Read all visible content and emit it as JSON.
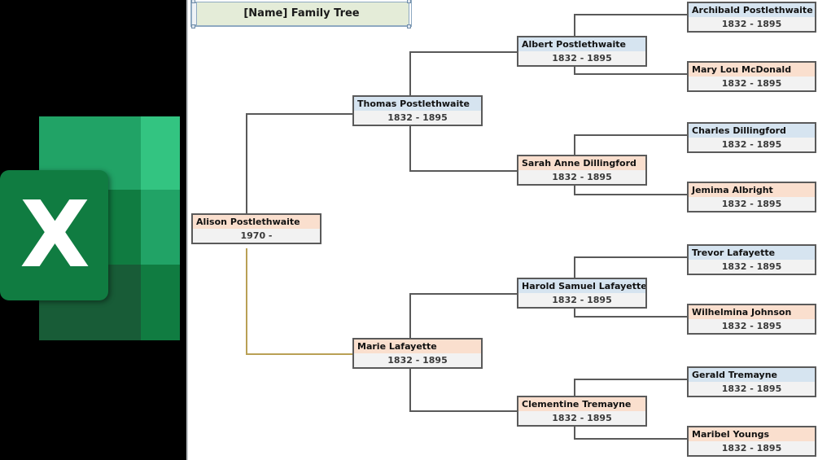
{
  "app": {
    "logo_icon": "excel-logo-icon",
    "logo_letter": "X",
    "background_color": "#000000"
  },
  "title_box": {
    "text": "[Name] Family Tree",
    "fill_color": "#e4ecd8",
    "border_color": "#8ea9c1",
    "selected": true
  },
  "legend": {
    "male_color": "#d6e4f0",
    "female_color": "#fadfce",
    "date_row_color": "#f2f2f2",
    "card_border_color": "#5a5a5a",
    "connector_color": "#595959",
    "highlight_connector_color": "#b9a055"
  },
  "chart_data": {
    "type": "diagram",
    "diagram_kind": "family-tree",
    "title": "[Name] Family Tree",
    "generations": 4,
    "root": "Alison Postlethwaite"
  },
  "nodes": [
    {
      "id": "alison",
      "name": "Alison Postlethwaite",
      "dates": "1970 -",
      "sex": "female",
      "generation": 1
    },
    {
      "id": "thomas",
      "name": "Thomas Postlethwaite",
      "dates": "1832 - 1895",
      "sex": "male",
      "generation": 2
    },
    {
      "id": "marie",
      "name": "Marie Lafayette",
      "dates": "1832 - 1895",
      "sex": "female",
      "generation": 2
    },
    {
      "id": "albert",
      "name": "Albert Postlethwaite",
      "dates": "1832 - 1895",
      "sex": "male",
      "generation": 3
    },
    {
      "id": "sarah",
      "name": "Sarah Anne Dillingford",
      "dates": "1832 - 1895",
      "sex": "female",
      "generation": 3
    },
    {
      "id": "harold",
      "name": "Harold Samuel Lafayette",
      "dates": "1832 - 1895",
      "sex": "male",
      "generation": 3
    },
    {
      "id": "clementine",
      "name": "Clementine Tremayne",
      "dates": "1832 - 1895",
      "sex": "female",
      "generation": 3
    },
    {
      "id": "archibald",
      "name": "Archibald Postlethwaite",
      "dates": "1832 - 1895",
      "sex": "male",
      "generation": 4
    },
    {
      "id": "marylou",
      "name": "Mary Lou McDonald",
      "dates": "1832 - 1895",
      "sex": "female",
      "generation": 4
    },
    {
      "id": "charles",
      "name": "Charles Dillingford",
      "dates": "1832 - 1895",
      "sex": "male",
      "generation": 4
    },
    {
      "id": "jemima",
      "name": "Jemima Albright",
      "dates": "1832 - 1895",
      "sex": "female",
      "generation": 4
    },
    {
      "id": "trevor",
      "name": "Trevor Lafayette",
      "dates": "1832 - 1895",
      "sex": "male",
      "generation": 4
    },
    {
      "id": "wilhelmina",
      "name": "Wilhelmina Johnson",
      "dates": "1832 - 1895",
      "sex": "female",
      "generation": 4
    },
    {
      "id": "gerald",
      "name": "Gerald Tremayne",
      "dates": "1832 - 1895",
      "sex": "male",
      "generation": 4
    },
    {
      "id": "maribel",
      "name": "Maribel Youngs",
      "dates": "1832 - 1895",
      "sex": "female",
      "generation": 4
    }
  ]
}
